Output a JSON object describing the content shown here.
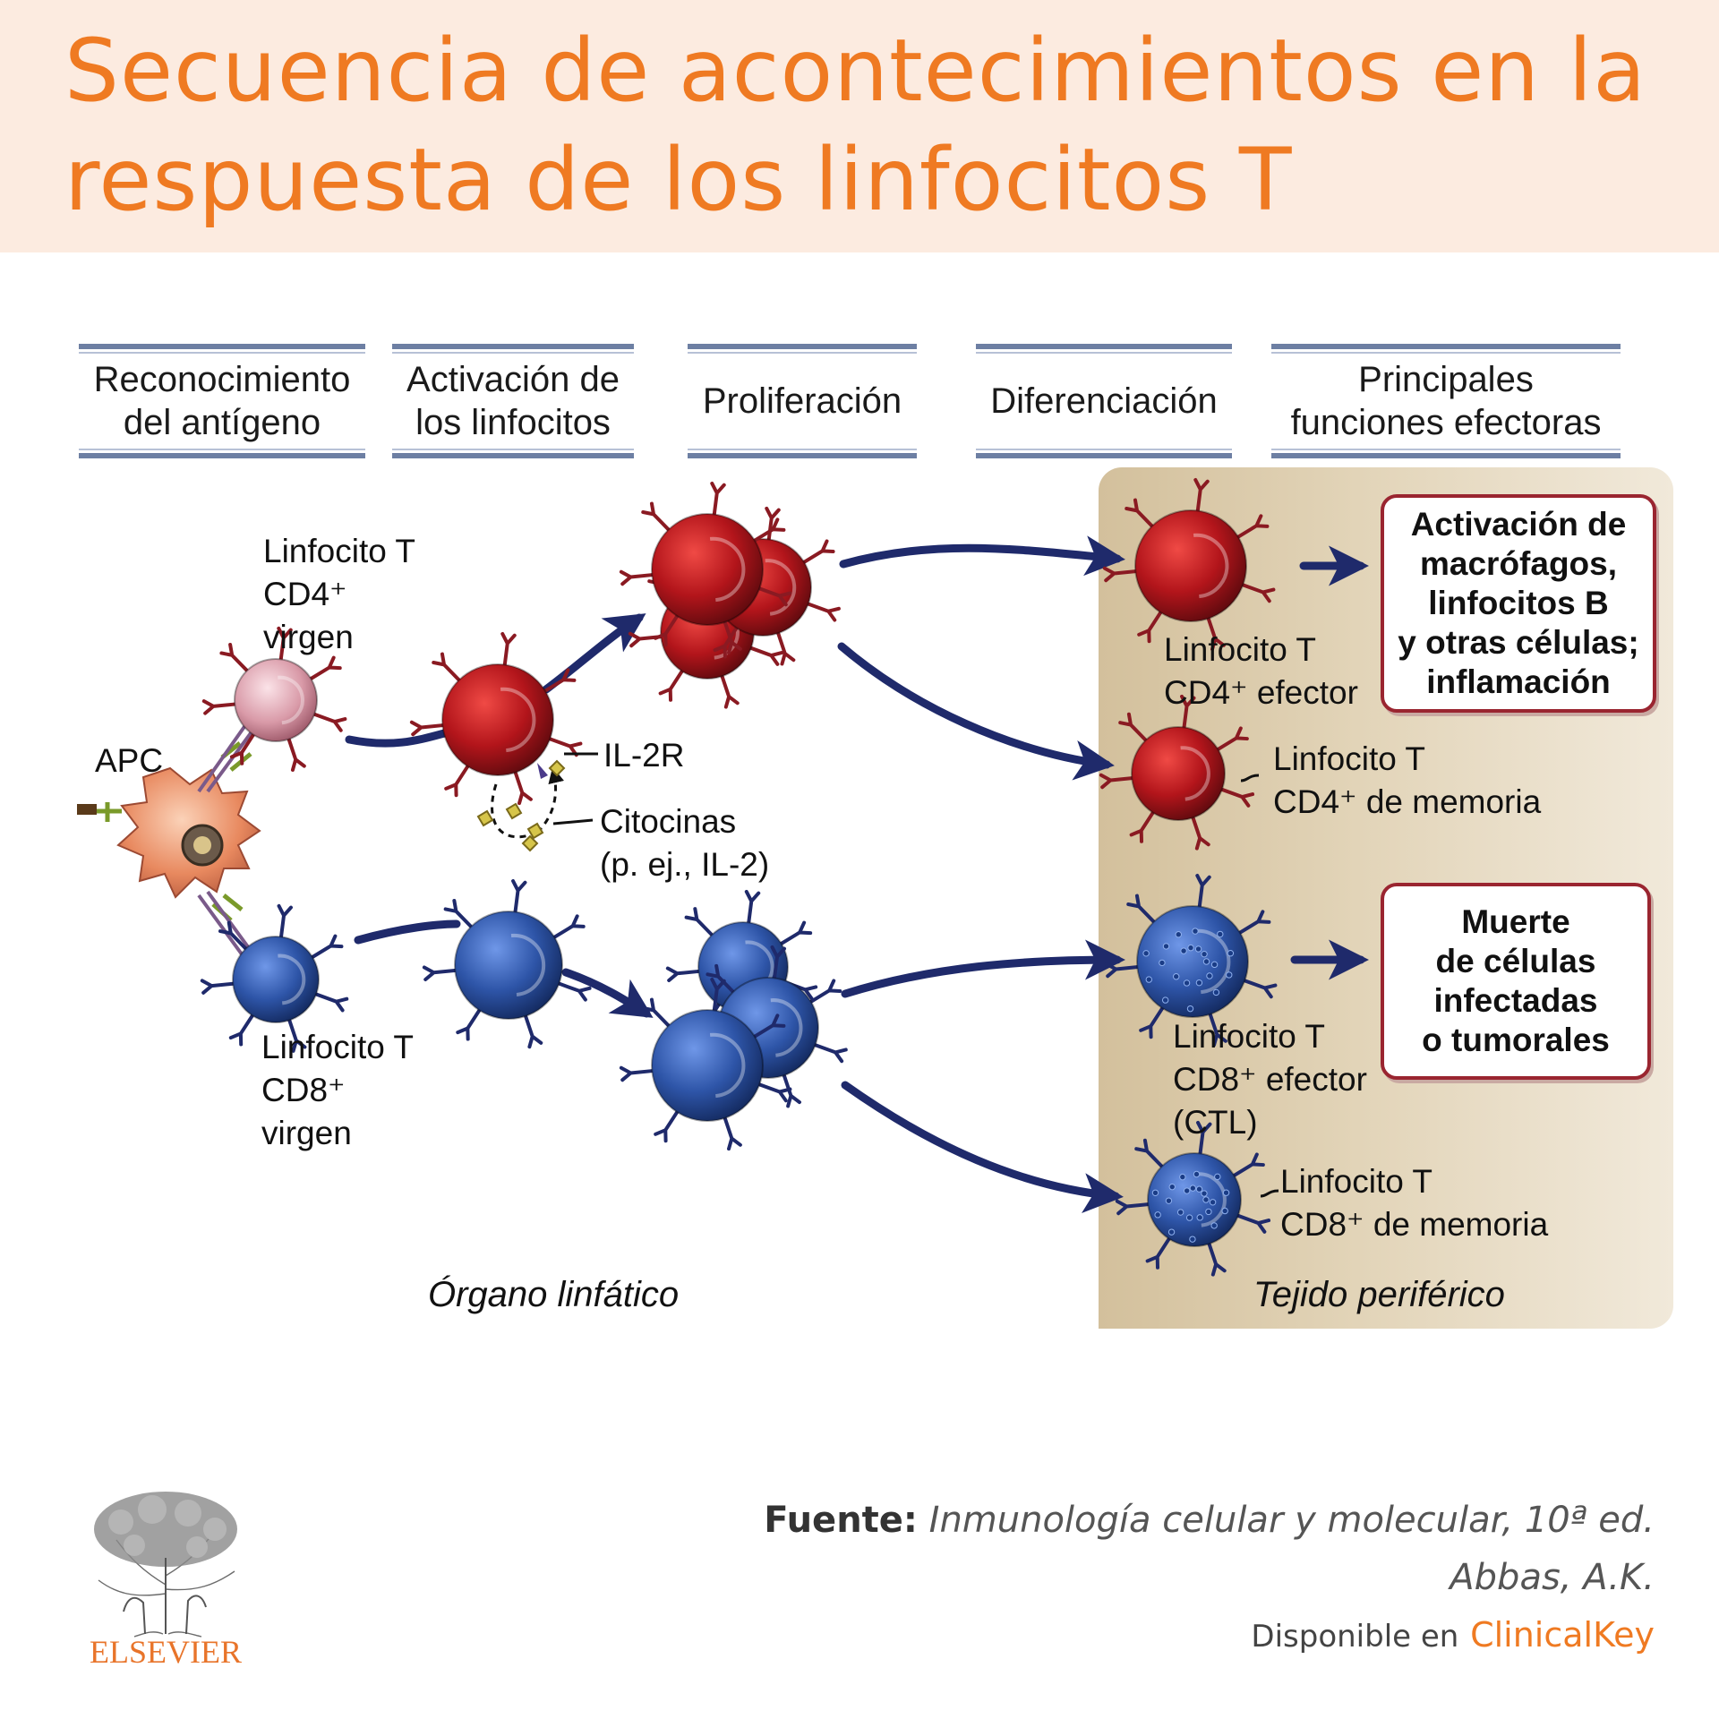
{
  "title": {
    "line1": "Secuencia de acontecimientos en la",
    "line2": "respuesta de los linfocitos T"
  },
  "stages": [
    {
      "line1": "Reconocimiento",
      "line2": "del antígeno"
    },
    {
      "line1": "Activación de",
      "line2": "los linfocitos"
    },
    {
      "line1": "Proliferación",
      "line2": ""
    },
    {
      "line1": "Diferenciación",
      "line2": ""
    },
    {
      "line1": "Principales",
      "line2": "funciones efectoras"
    }
  ],
  "labels": {
    "cd4_naive": [
      "Linfocito T",
      "CD4⁺",
      "virgen"
    ],
    "apc": "APC",
    "il2r": "IL-2R",
    "cytokines": [
      "Citocinas",
      "(p. ej., IL-2)"
    ],
    "cd8_naive": [
      "Linfocito T",
      "CD8⁺",
      "virgen"
    ],
    "cd4_effector": [
      "Linfocito T",
      "CD4⁺ efector"
    ],
    "cd4_memory": [
      "Linfocito T",
      "CD4⁺ de memoria"
    ],
    "cd8_effector": [
      "Linfocito T",
      "CD8⁺ efector",
      "(CTL)"
    ],
    "cd8_memory": [
      "Linfocito T",
      "CD8⁺ de memoria"
    ],
    "lymphoid_organ": "Órgano linfático",
    "peripheral_tissue": "Tejido periférico"
  },
  "effector_boxes": {
    "cd4": [
      "Activación de",
      "macrófagos,",
      "linfocitos B",
      "y otras células;",
      "inflamación"
    ],
    "cd8": [
      "Muerte",
      "de células",
      "infectadas",
      "o tumorales"
    ]
  },
  "source": {
    "label": "Fuente:",
    "book": "Inmunología celular y molecular, 10ª ed.",
    "author": "Abbas, A.K.",
    "available": "Disponible en",
    "brand": "ClinicalKey"
  },
  "logo": {
    "wordmark": "ELSEVIER"
  },
  "colors": {
    "title": "#ef7a22",
    "header_bg": "#fcebe0",
    "cd4_cell": "#b3151b",
    "cd8_cell": "#2e55a8",
    "arrow": "#1f2a6b",
    "box_border": "#9a2530",
    "peripheral_bg": "#d9c7a5"
  }
}
